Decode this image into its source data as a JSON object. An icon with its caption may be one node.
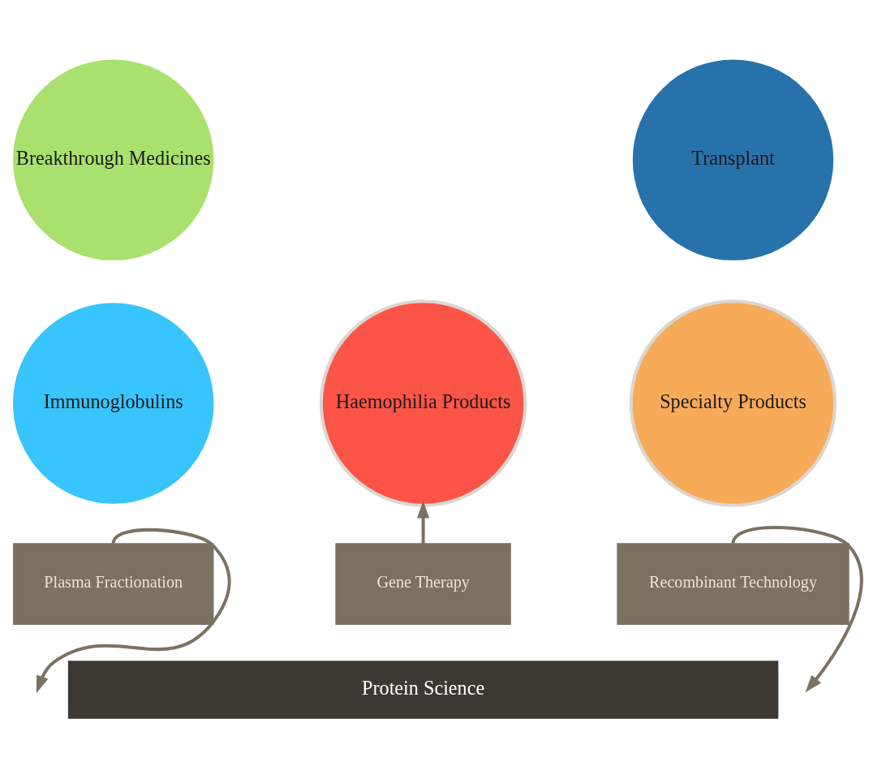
{
  "diagram": {
    "nodes": [
      {
        "text": [
          "Breakthrough Medicines"
        ]
      },
      {
        "text": [
          "Transplant"
        ]
      },
      {
        "text": [
          "Immunoglobulins"
        ]
      },
      {
        "text": [
          "Specialty Products"
        ]
      },
      {
        "text": [
          "Haemophilia Products"
        ]
      },
      {
        "text": [
          "Plasma Fractionation"
        ]
      },
      {
        "text": [
          "Gene Therapy"
        ]
      },
      {
        "text": [
          "Recombinant Technology"
        ]
      },
      {
        "text": [
          "Protein Science"
        ]
      }
    ],
    "edges": [
      {
        "from": 5,
        "to": null,
        "arrow": "to"
      },
      {
        "from": 6,
        "to": 4,
        "arrow": "to"
      },
      {
        "from": 7,
        "to": null,
        "arrow": "to"
      }
    ]
  }
}
